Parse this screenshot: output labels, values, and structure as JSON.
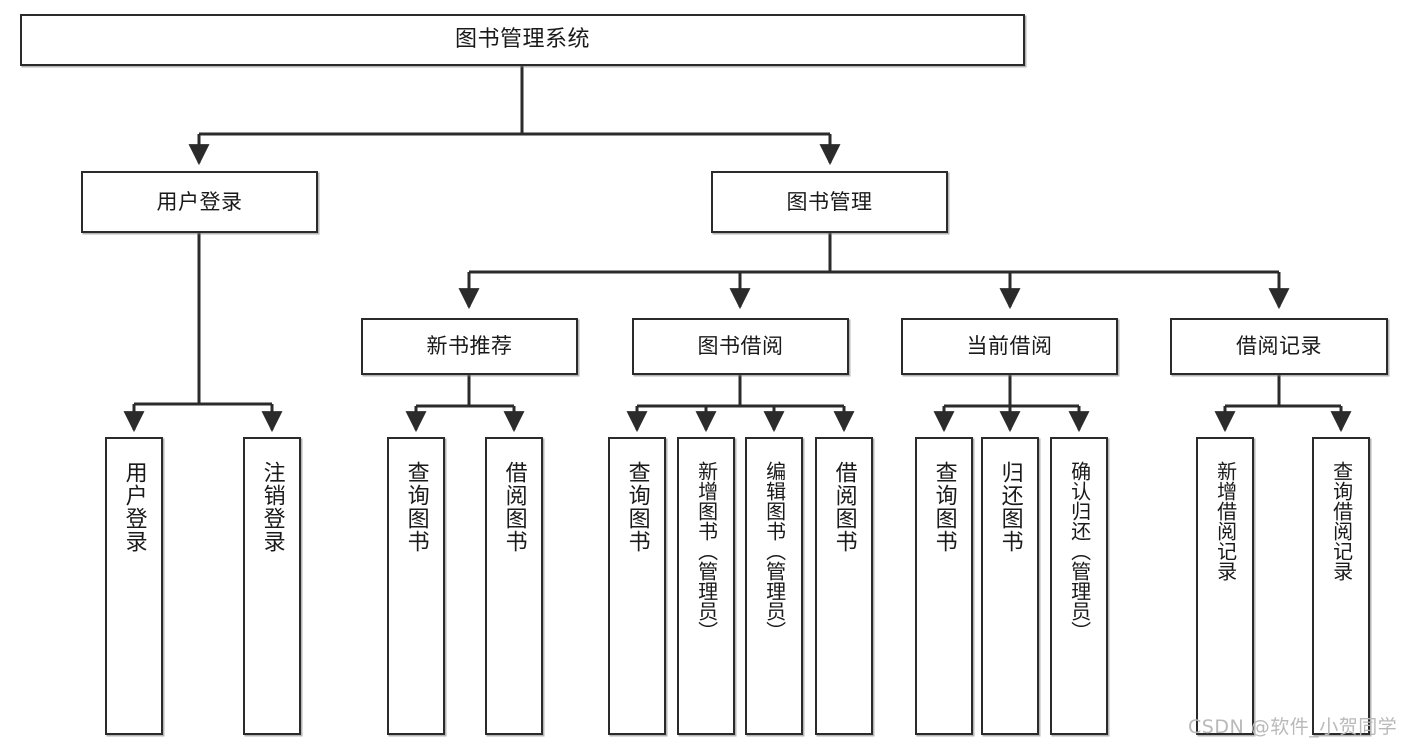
{
  "diagram": {
    "title": "图书管理系统",
    "type": "hierarchy-tree",
    "watermark": "CSDN @软件_小贺同学",
    "colors": {
      "box_border": "#2b2b2b",
      "box_fill": "#ffffff",
      "connector": "#2b2b2b",
      "text": "#1a1a1a",
      "watermark": "#b9b9b9"
    },
    "root": {
      "label": "图书管理系统"
    },
    "level1": [
      {
        "label": "用户登录"
      },
      {
        "label": "图书管理"
      }
    ],
    "level2": [
      {
        "label": "新书推荐"
      },
      {
        "label": "图书借阅"
      },
      {
        "label": "当前借阅"
      },
      {
        "label": "借阅记录"
      }
    ],
    "leaves": {
      "user_login": [
        {
          "label": "用户登录"
        },
        {
          "label": "注销登录"
        }
      ],
      "new_book_recommend": [
        {
          "label": "查询图书"
        },
        {
          "label": "借阅图书"
        }
      ],
      "book_borrow": [
        {
          "label": "查询图书"
        },
        {
          "label": "新增图书（管理员）"
        },
        {
          "label": "编辑图书（管理员）"
        },
        {
          "label": "借阅图书"
        }
      ],
      "current_borrow": [
        {
          "label": "查询图书"
        },
        {
          "label": "归还图书"
        },
        {
          "label": "确认归还（管理员）"
        }
      ],
      "borrow_record": [
        {
          "label": "新增借阅记录"
        },
        {
          "label": "查询借阅记录"
        }
      ]
    }
  }
}
